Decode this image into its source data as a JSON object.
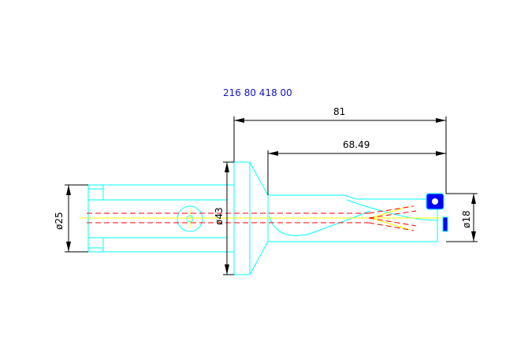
{
  "drawing": {
    "part_number": "216 80 418 00",
    "dimensions": {
      "overall_length": "81",
      "body_length": "68.49",
      "shank_diameter": "ø25",
      "flange_diameter": "ø43",
      "drill_diameter": "ø18"
    },
    "colors": {
      "outline": "#00ffff",
      "dimension": "#000000",
      "axis": "#ffff00",
      "coolant": "#ff0000",
      "insert": "#0000ff",
      "part_number": "#1414c8"
    }
  }
}
